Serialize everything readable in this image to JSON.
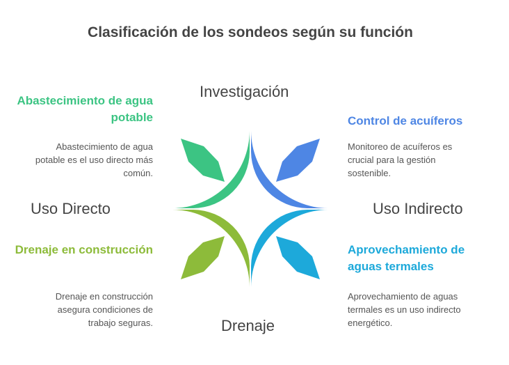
{
  "title": "Clasificación de los sondeos según su función",
  "axes": {
    "top": "Investigación",
    "left": "Uso Directo",
    "right": "Uso Indirecto",
    "bottom": "Drenaje"
  },
  "items": [
    {
      "heading": "Abastecimiento de agua potable",
      "text": "Abastecimiento de agua potable es el uso directo más común.",
      "color": "#3CC483"
    },
    {
      "heading": "Control de acuíferos",
      "text": "Monitoreo de acuíferos es crucial para la gestión sostenible.",
      "color": "#4E86E4"
    },
    {
      "heading": "Drenaje en construcción",
      "text": "Drenaje en construcción asegura condiciones de trabajo seguras.",
      "color": "#8DBB3A"
    },
    {
      "heading": "Aprovechamiento de aguas termales",
      "text": "Aprovechamiento de aguas termales es un uso indirecto energético.",
      "color": "#1DA9DA"
    }
  ]
}
